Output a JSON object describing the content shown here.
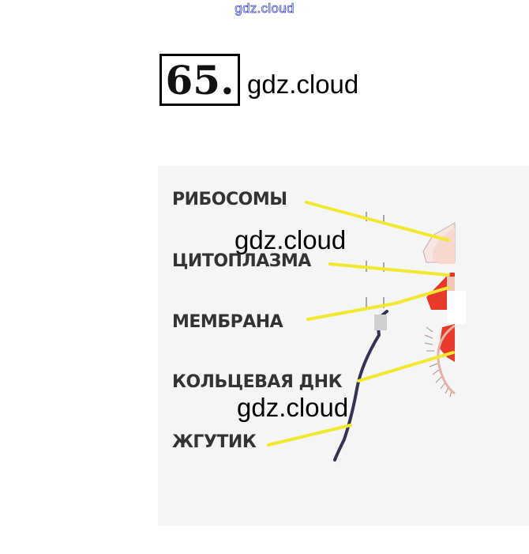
{
  "watermark_top": "gdz.cloud",
  "task_number": "65.",
  "watermarks": [
    "gdz.cloud",
    "gdz.cloud",
    "gdz.cloud"
  ],
  "diagram": {
    "labels": {
      "ribosomes": "РИБОСОМЫ",
      "cytoplasm": "ЦИТОПЛАЗМА",
      "membrane": "МЕМБРАНА",
      "ring_dna": "КОЛЬЦЕВАЯ ДНК",
      "flagellum": "ЖГУТИК"
    },
    "colors": {
      "leader_line": "#f2e830",
      "membrane": "#e83a2a",
      "cytoplasm": "#f4c6b8",
      "flagellum": "#333355",
      "cilia": "#b08a8a"
    }
  }
}
